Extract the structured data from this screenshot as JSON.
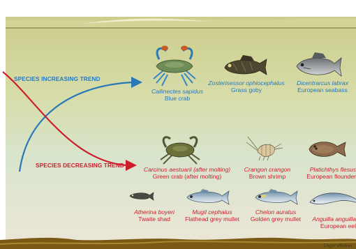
{
  "trends": {
    "increasing": "SPECIES INCREASING TREND",
    "decreasing": "SPECIES DECREASING TREND"
  },
  "colors": {
    "increasing": "#2a78b8",
    "decreasing": "#cc1f2e",
    "water_top": "#cfcf8e",
    "water_bottom": "#e9e5d6"
  },
  "increasing_species": [
    {
      "scientific": "Callinectes sapidus",
      "common": "Blue crab",
      "icon": "blue-crab-icon"
    },
    {
      "scientific": "Zosterisessor ophiocephalus",
      "common": "Grass goby",
      "icon": "goby-icon"
    },
    {
      "scientific": "Dicentrarcus labrax",
      "common": "European seabass",
      "icon": "seabass-icon"
    }
  ],
  "decreasing_species": [
    {
      "scientific": "Carcinus aestuarii (after molting)",
      "common": "Green crab (after molting)",
      "icon": "green-crab-icon"
    },
    {
      "scientific": "Crangon crangon",
      "common": "Brown shrimp",
      "icon": "shrimp-icon"
    },
    {
      "scientific": "Platichthys flesus",
      "common": "European flounder",
      "icon": "flounder-icon"
    },
    {
      "scientific": "Atherina boyeri",
      "common": "Twaite shad",
      "icon": "shad-icon"
    },
    {
      "scientific": "Mugil cephalus",
      "common": "Flathead grey mullet",
      "icon": "mullet-icon"
    },
    {
      "scientific": "Chelon auratus",
      "common": "Golden grey mullet",
      "icon": "golden-mullet-icon"
    },
    {
      "scientific": "Anguilla anguilla",
      "common": "European eel",
      "icon": "eel-icon"
    }
  ],
  "watermark": "FigureMaker"
}
